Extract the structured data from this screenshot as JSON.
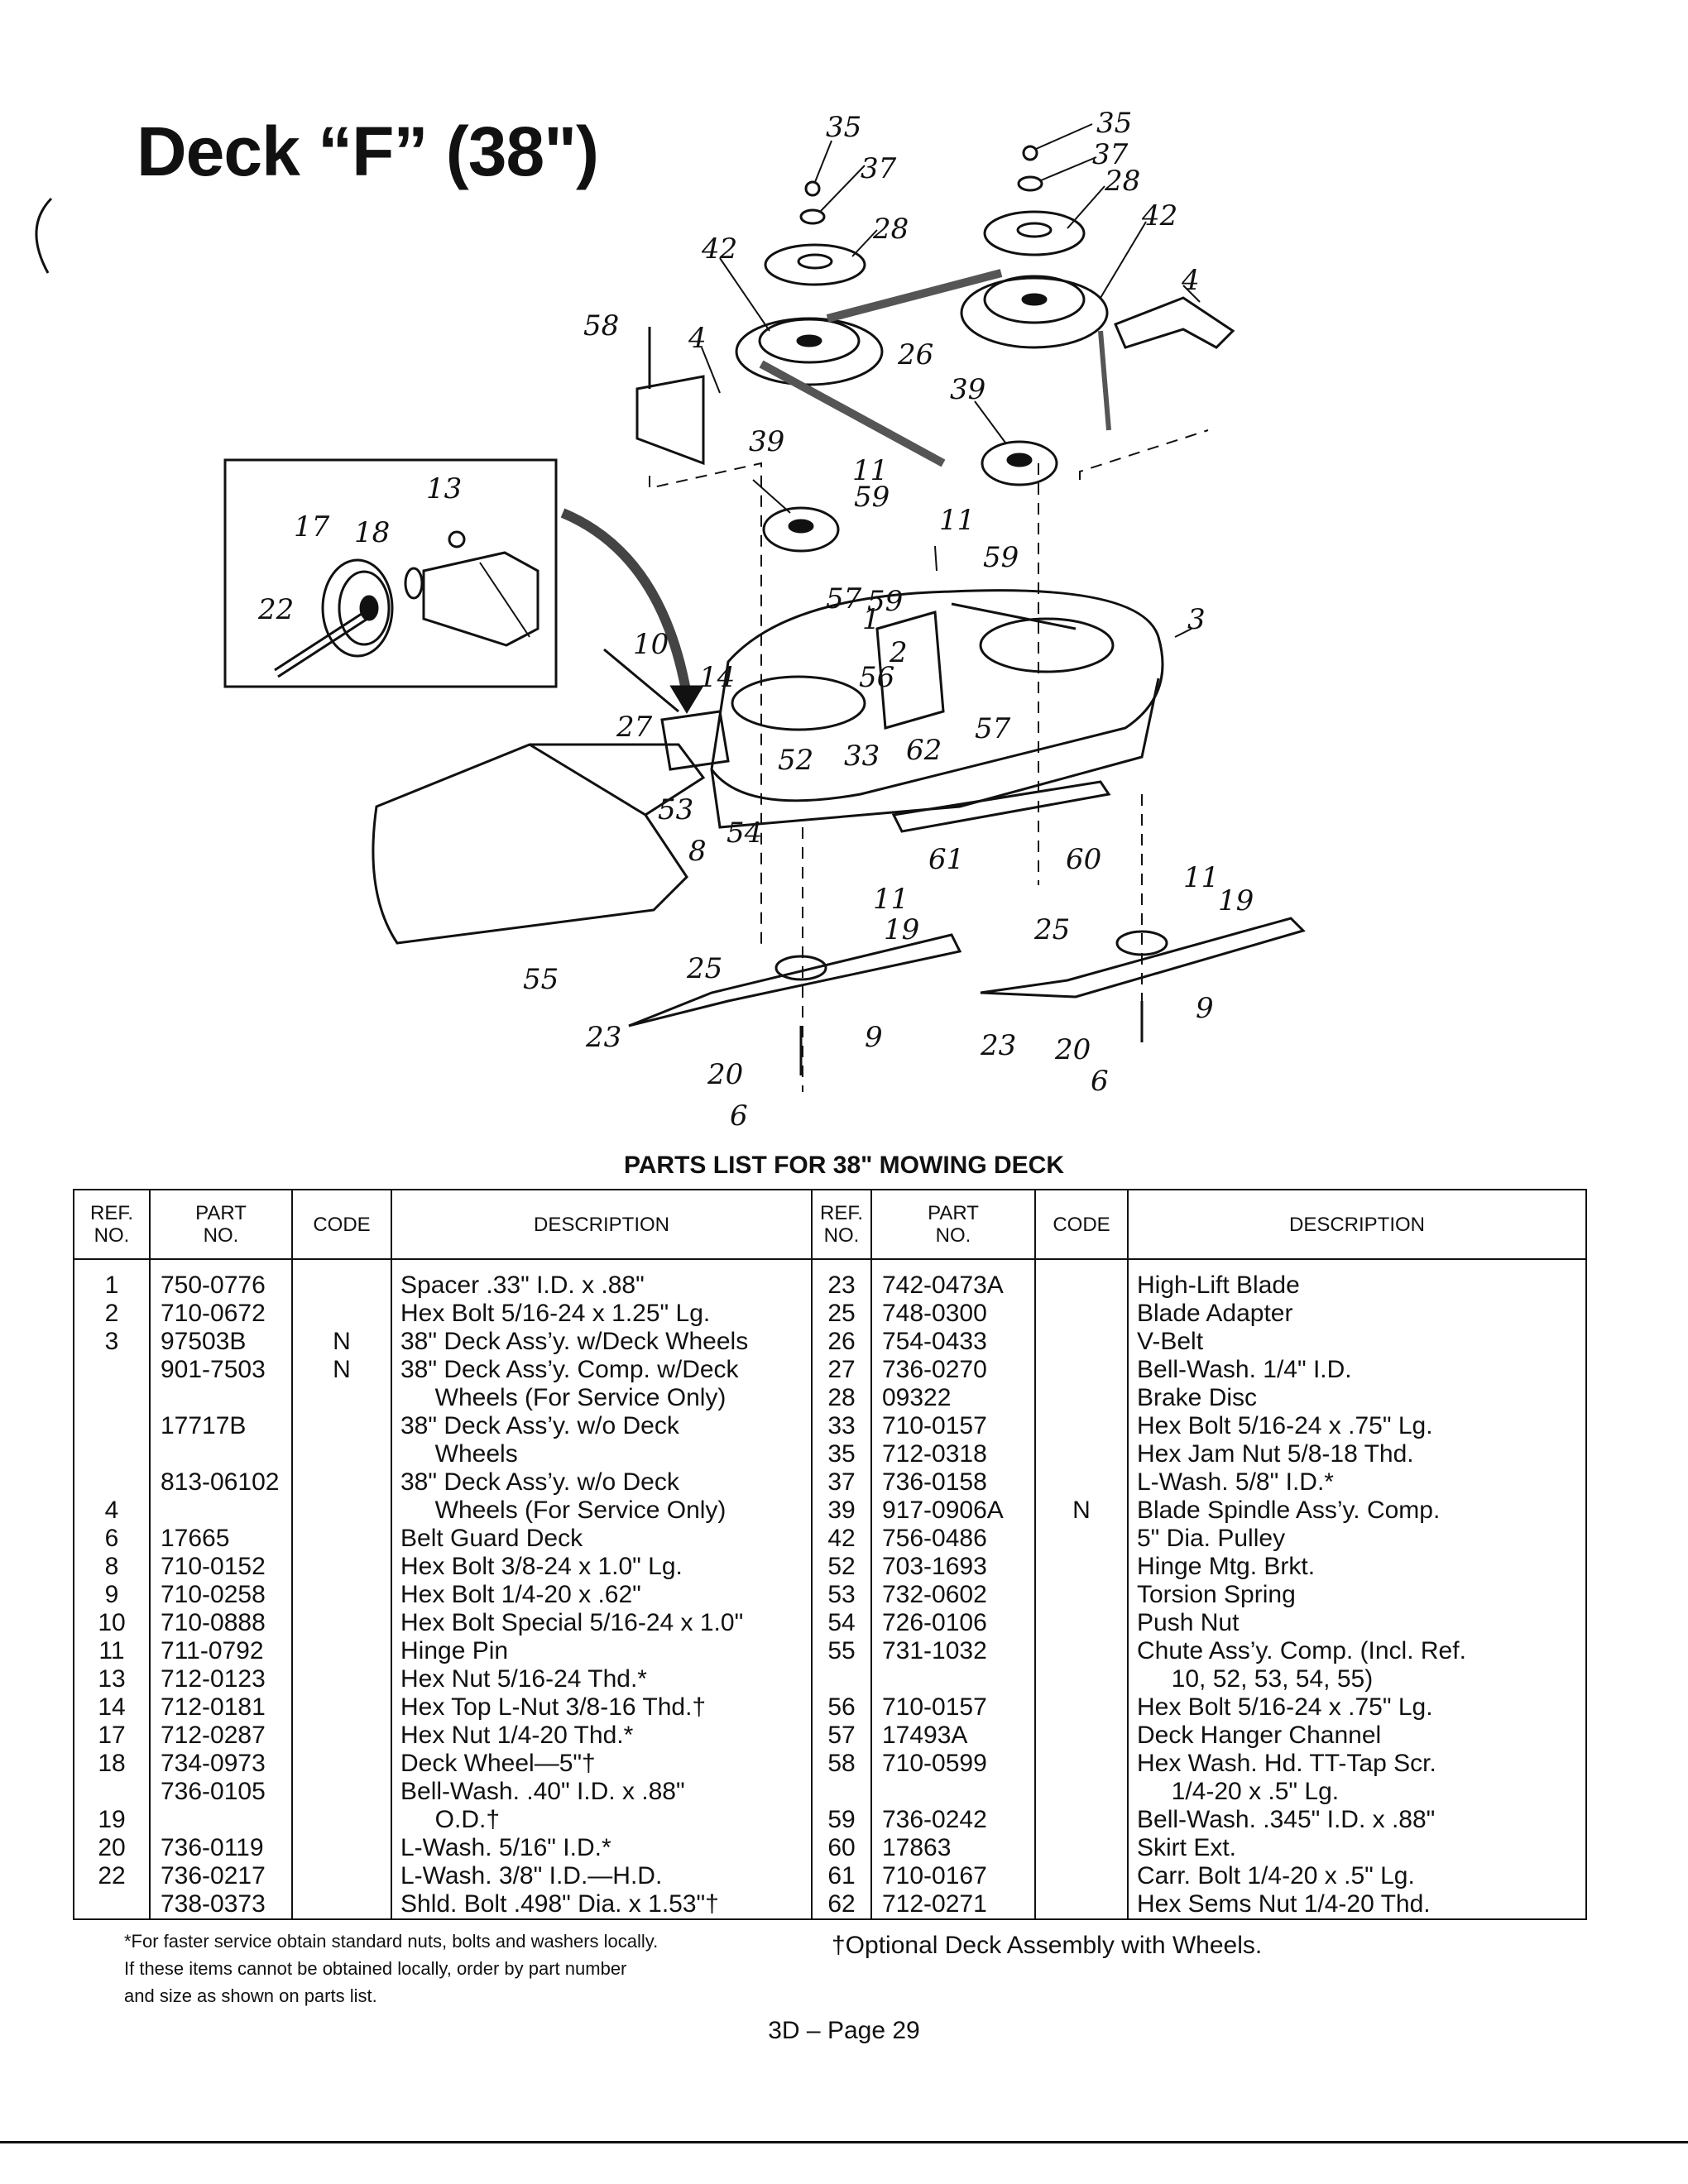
{
  "title": "Deck “F” (38\")",
  "callouts": {
    "c35a": "35",
    "c37a": "37",
    "c28a": "28",
    "c42a": "42",
    "c35b": "35",
    "c37b": "37",
    "c28b": "28",
    "c42b": "42",
    "c4a": "4",
    "c4b": "4",
    "c58": "58",
    "c26": "26",
    "c39a": "39",
    "c39b": "39",
    "c11a": "11",
    "c59a": "59",
    "c11b": "11",
    "c59b": "59",
    "c13": "13",
    "c17": "17",
    "c18": "18",
    "c22": "22",
    "c57a": "57",
    "c59c": "59",
    "c1": "1",
    "c2": "2",
    "c56": "56",
    "c3": "3",
    "c10": "10",
    "c14": "14",
    "c27": "27",
    "c57b": "57",
    "c52": "52",
    "c33": "33",
    "c62": "62",
    "c53": "53",
    "c8": "8",
    "c54": "54",
    "c61": "61",
    "c60": "60",
    "c11c": "11",
    "c19a": "19",
    "c11d": "11",
    "c19b": "19",
    "c25a": "25",
    "c25b": "25",
    "c55": "55",
    "c23a": "23",
    "c9a": "9",
    "c23b": "23",
    "c20a": "20",
    "c9b": "9",
    "c20b": "20",
    "c6a": "6",
    "c6b": "6"
  },
  "parts_list": {
    "heading": "PARTS LIST FOR 38\" MOWING DECK",
    "headers": {
      "ref": "REF.\nNO.",
      "part": "PART\nNO.",
      "code": "CODE",
      "desc": "DESCRIPTION"
    },
    "left": {
      "ref": [
        "1",
        "2",
        "3",
        "",
        "",
        "",
        "",
        "",
        "4",
        "6",
        "8",
        "9",
        "10",
        "11",
        "13",
        "14",
        "17",
        "18",
        "",
        "19",
        "20",
        "22"
      ],
      "part": [
        "750-0776",
        "710-0672",
        "97503B",
        "901-7503",
        "",
        "17717B",
        "",
        "813-06102",
        "",
        "17665",
        "710-0152",
        "710-0258",
        "710-0888",
        "711-0792",
        "712-0123",
        "712-0181",
        "712-0287",
        "734-0973",
        "736-0105",
        "",
        "736-0119",
        "736-0217",
        "738-0373"
      ],
      "code": [
        "",
        "",
        "N",
        "N"
      ],
      "desc": [
        "Spacer .33\" I.D. x .88\"",
        "Hex Bolt 5/16-24 x 1.25\" Lg.",
        "38\" Deck Ass’y. w/Deck Wheels",
        "38\" Deck Ass’y. Comp. w/Deck",
        "     Wheels (For Service Only)",
        "38\" Deck Ass’y. w/o Deck",
        "     Wheels",
        "38\" Deck Ass’y. w/o Deck",
        "     Wheels (For Service Only)",
        "Belt Guard Deck",
        "Hex Bolt 3/8-24 x 1.0\" Lg.",
        "Hex Bolt 1/4-20 x .62\"",
        "Hex Bolt Special 5/16-24 x 1.0\"",
        "Hinge Pin",
        "Hex Nut 5/16-24 Thd.*",
        "Hex Top L-Nut 3/8-16 Thd.†",
        "Hex Nut 1/4-20 Thd.*",
        "Deck Wheel—5\"†",
        "Bell-Wash. .40\" I.D. x .88\"",
        "     O.D.†",
        "L-Wash. 5/16\" I.D.*",
        "L-Wash. 3/8\" I.D.—H.D.",
        "Shld. Bolt .498\" Dia. x 1.53\"†"
      ]
    },
    "right": {
      "ref": [
        "23",
        "25",
        "26",
        "27",
        "28",
        "33",
        "35",
        "37",
        "39",
        "42",
        "52",
        "53",
        "54",
        "55",
        "",
        "56",
        "57",
        "58",
        "",
        "59",
        "60",
        "61",
        "62"
      ],
      "part": [
        "742-0473A",
        "748-0300",
        "754-0433",
        "736-0270",
        "09322",
        "710-0157",
        "712-0318",
        "736-0158",
        "917-0906A",
        "756-0486",
        "703-1693",
        "732-0602",
        "726-0106",
        "731-1032",
        "",
        "710-0157",
        "17493A",
        "710-0599",
        "",
        "736-0242",
        "17863",
        "710-0167",
        "712-0271"
      ],
      "code": [
        "",
        "",
        "",
        "",
        "",
        "",
        "",
        "",
        "N"
      ],
      "desc": [
        "High-Lift Blade",
        "Blade Adapter",
        "V-Belt",
        "Bell-Wash. 1/4\" I.D.",
        "Brake Disc",
        "Hex Bolt 5/16-24 x .75\" Lg.",
        "Hex Jam Nut 5/8-18 Thd.",
        "L-Wash. 5/8\" I.D.*",
        "Blade Spindle Ass’y. Comp.",
        "5\" Dia. Pulley",
        "Hinge Mtg. Brkt.",
        "Torsion Spring",
        "Push Nut",
        "Chute Ass’y. Comp. (Incl. Ref.",
        "     10, 52, 53, 54, 55)",
        "Hex Bolt 5/16-24 x .75\" Lg.",
        "Deck Hanger Channel",
        "Hex Wash. Hd. TT-Tap Scr.",
        "     1/4-20 x .5\" Lg.",
        "Bell-Wash. .345\" I.D. x .88\"",
        "Skirt Ext.",
        "Carr. Bolt 1/4-20 x .5\" Lg.",
        "Hex Sems Nut 1/4-20 Thd."
      ]
    }
  },
  "footnote": [
    "*For faster service obtain standard nuts, bolts and washers locally.",
    "If these items cannot be obtained locally, order by part number",
    "and size as shown on parts list."
  ],
  "optional_note": "†Optional Deck Assembly with Wheels.",
  "page_number": "3D – Page 29"
}
